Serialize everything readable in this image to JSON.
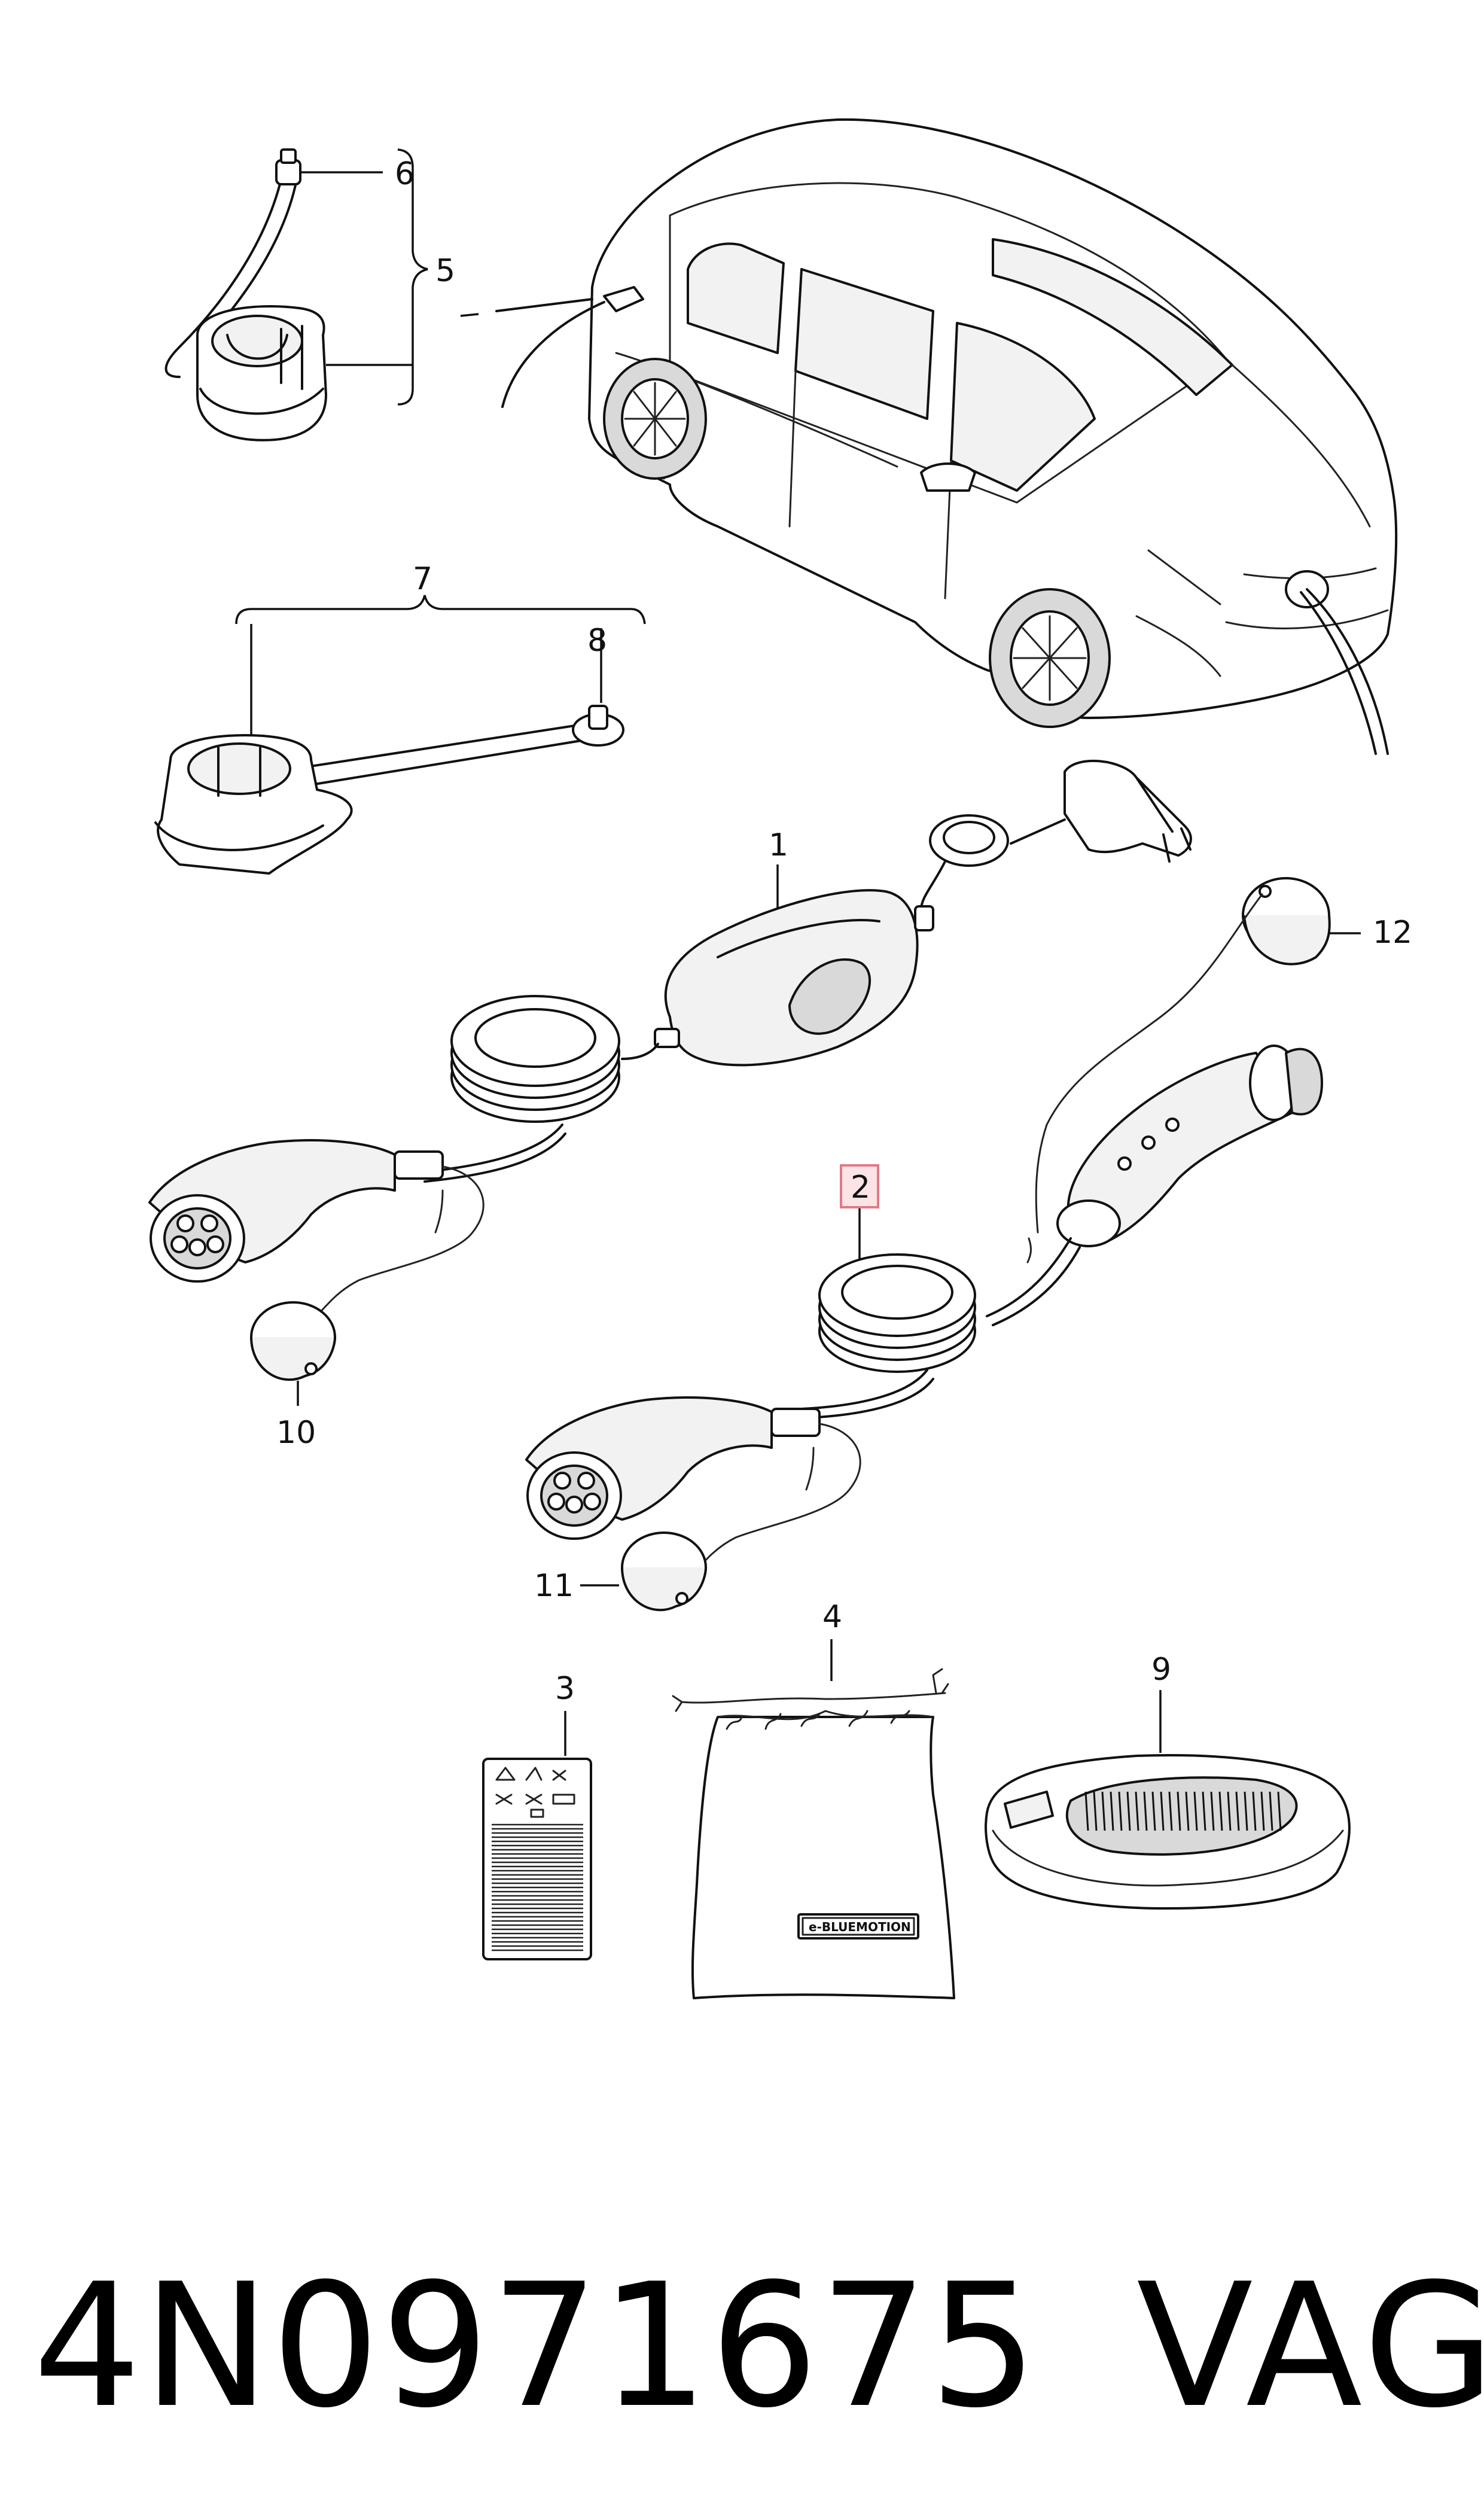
{
  "callouts": {
    "c1": "1",
    "c2": "2",
    "c3": "3",
    "c4": "4",
    "c5": "5",
    "c6": "6",
    "c7": "7",
    "c8": "8",
    "c9": "9",
    "c10": "10",
    "c11": "11",
    "c12": "12"
  },
  "highlighted_callout": "2",
  "bag_label": "e-BLUEMOTION",
  "part_number": "4N0971675",
  "brand": "VAG"
}
